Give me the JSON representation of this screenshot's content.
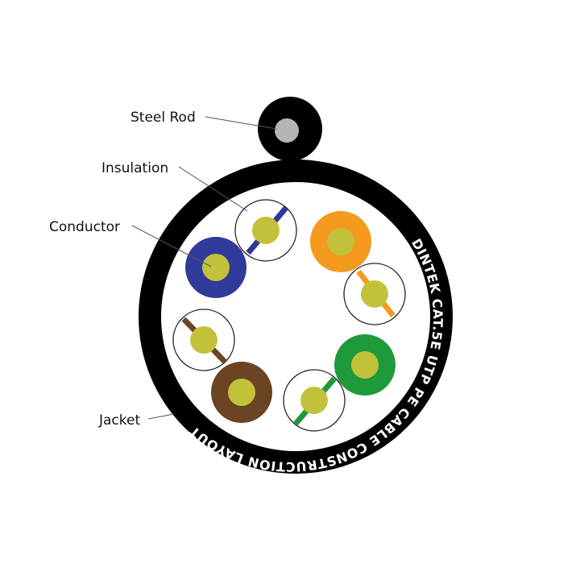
{
  "labels": {
    "steel_rod": "Steel Rod",
    "insulation": "Insulation",
    "conductor": "Conductor",
    "jacket": "Jacket"
  },
  "jacket_print": "DINTEK CAT.5E UTP PE  CABLE CONSTRUCTION LAYOUT",
  "colors": {
    "jacket": "#000000",
    "inner": "#ffffff",
    "steel_rod": "#b5b5b5",
    "conductor": "#c2c23a",
    "blue": "#2f3a9a",
    "orange": "#f39a1f",
    "green": "#1f9a3a",
    "brown": "#6b4423"
  },
  "pairs": [
    {
      "name": "blue",
      "solid": "blue",
      "stripe": "blue"
    },
    {
      "name": "orange",
      "solid": "orange",
      "stripe": "orange"
    },
    {
      "name": "green",
      "solid": "green",
      "stripe": "green"
    },
    {
      "name": "brown",
      "solid": "brown",
      "stripe": "brown"
    }
  ]
}
